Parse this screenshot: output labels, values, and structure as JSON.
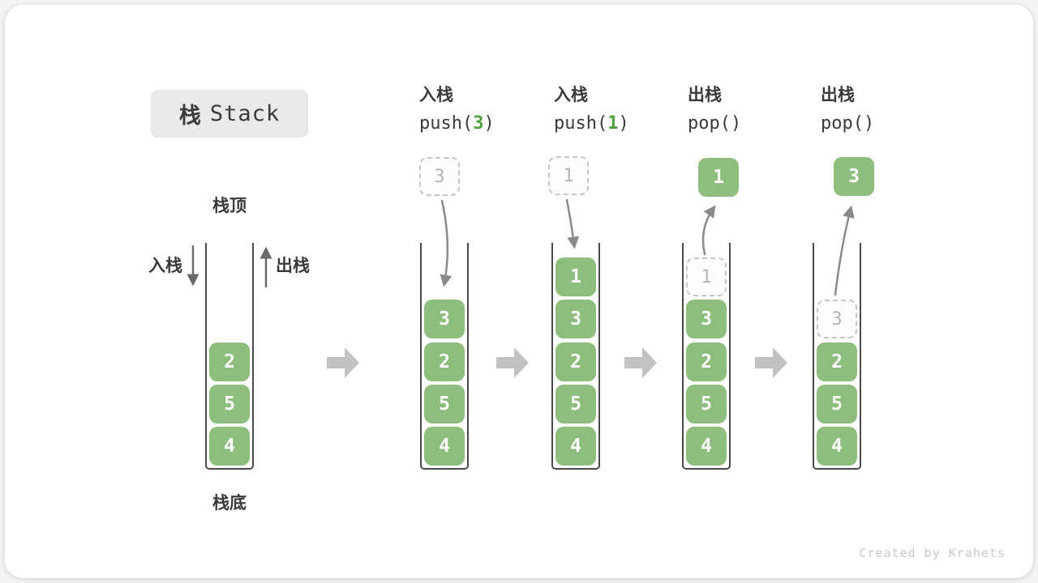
{
  "title": {
    "zh": "栈",
    "en": "Stack"
  },
  "legend": {
    "top": "栈顶",
    "bottom": "栈底",
    "push": "入栈",
    "pop": "出栈"
  },
  "steps": [
    {
      "label": "入栈",
      "code_pre": "push(",
      "code_arg": "3",
      "code_post": ")",
      "incoming": "3"
    },
    {
      "label": "入栈",
      "code_pre": "push(",
      "code_arg": "1",
      "code_post": ")",
      "incoming": "1"
    },
    {
      "label": "出栈",
      "code_pre": "pop(",
      "code_arg": "",
      "code_post": ")",
      "outgoing": "1",
      "ghost": "1"
    },
    {
      "label": "出栈",
      "code_pre": "pop(",
      "code_arg": "",
      "code_post": ")",
      "outgoing": "3",
      "ghost": "3"
    }
  ],
  "stacks": [
    {
      "cells": [
        "2",
        "5",
        "4"
      ]
    },
    {
      "cells": [
        "3",
        "2",
        "5",
        "4"
      ]
    },
    {
      "cells": [
        "1",
        "3",
        "2",
        "5",
        "4"
      ]
    },
    {
      "cells": [
        "3",
        "2",
        "5",
        "4"
      ]
    },
    {
      "cells": [
        "2",
        "5",
        "4"
      ]
    }
  ],
  "watermark": "Created by Krahets",
  "colors": {
    "cell_green": "#8ebe7d",
    "accent_green": "#4ea23e",
    "title_bg": "#e9e9e9",
    "label_dark": "#3a3a3a",
    "wall": "#4a4a4a",
    "dashed_border": "#c5c5c5",
    "dashed_text": "#b5b5b5",
    "arrow_mid": "#8a8a8a",
    "arrow_dark": "#6a6a6a",
    "block_arrow": "#c2c2c2",
    "watermark_gray": "#c9c9c9"
  }
}
